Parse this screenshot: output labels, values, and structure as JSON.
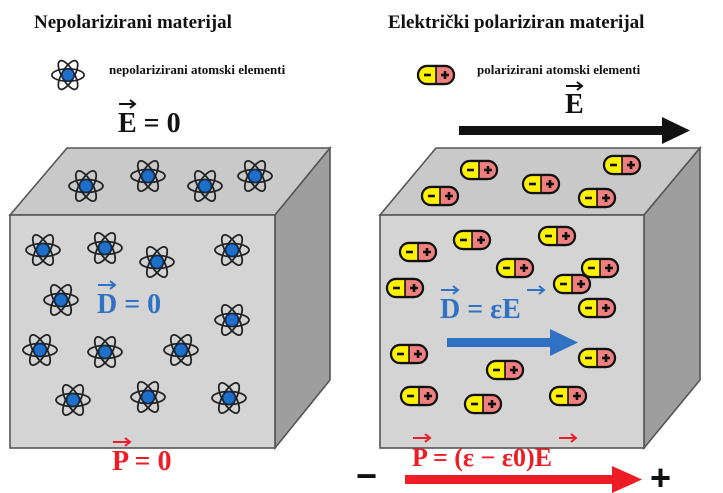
{
  "left": {
    "title": "Nepolarizirani materijal",
    "legend_label": "nepolarizirani atomski elementi",
    "field_eq": "E = 0",
    "inside_eq": "D = 0",
    "bottom_eq": "P = 0"
  },
  "right": {
    "title": "Električki polariziran materijal",
    "legend_label": "polarizirani atomski elementi",
    "field_label": "E",
    "inside_eq": "D = εE",
    "bottom_eq": "P = (ε − ε0)E",
    "minus_sign": "−",
    "plus_sign": "+",
    "dipole_minus": "−",
    "dipole_plus": "+"
  },
  "colors": {
    "cube_face": "#d4d4d4",
    "cube_top": "#c9c9c9",
    "cube_side": "#9e9e9e",
    "D_color": "#2f72c4",
    "P_color": "#ee1c24",
    "E_color": "#111111",
    "dipole_neg": "#fff200",
    "dipole_pos": "#f08080",
    "atom_nucleus": "#1f6fc9"
  },
  "icons": {
    "atom": "atom-icon",
    "dipole": "dipole-icon"
  }
}
